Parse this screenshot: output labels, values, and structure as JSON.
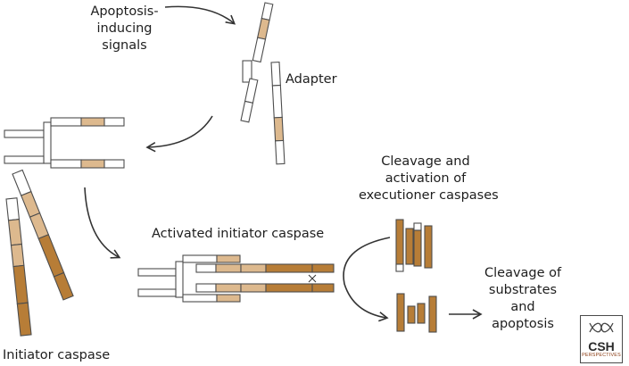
{
  "labels": {
    "signals": [
      "Apoptosis-",
      "inducing",
      "signals"
    ],
    "adapter": "Adapter",
    "initiator_caspase": "Initiator caspase",
    "activated_initiator": "Activated initiator caspase",
    "cleavage_activation": [
      "Cleavage and",
      "activation of",
      "executioner caspases"
    ],
    "cleavage_substrates": [
      "Cleavage of",
      "substrates",
      "and",
      "apoptosis"
    ]
  },
  "logo": {
    "main": "CSH",
    "sub": "PERSPECTIVES"
  },
  "colors": {
    "dark_domain": "#b77d37",
    "light_domain": "#ddb98e",
    "outline": "#4d4d4d",
    "arrow": "#333333"
  }
}
